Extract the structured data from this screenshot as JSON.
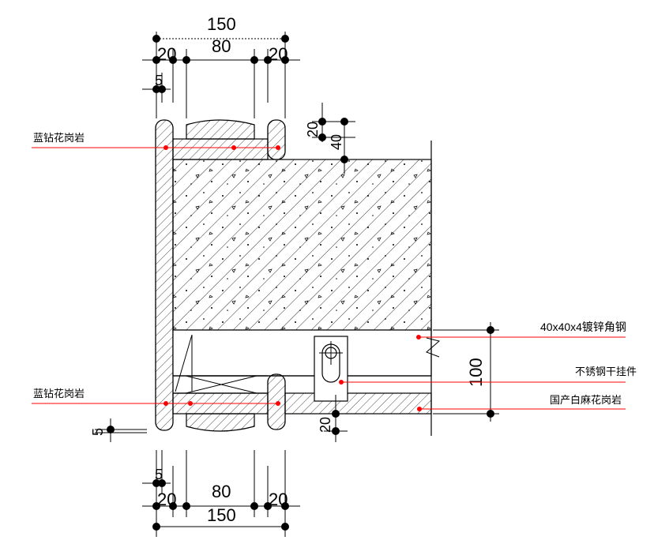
{
  "labels": {
    "left_top": "蓝钻花岗岩",
    "left_bottom": "蓝钻花岗岩",
    "angle_steel": "40x40x4镀锌角钢",
    "hanger": "不锈钢干挂件",
    "white_granite": "国产白麻花岗岩"
  },
  "dims_top": {
    "overall": "150",
    "inner": "80",
    "left_edge": "20",
    "right_edge": "20",
    "offset": "5"
  },
  "dims_bottom": {
    "overall": "150",
    "inner": "80",
    "left_edge": "20",
    "right_edge": "20",
    "offset": "5"
  },
  "dims_right": {
    "top_small": "20",
    "top_large": "40",
    "height": "100",
    "bottom_small": "20",
    "left_small": "5"
  },
  "colors": {
    "leader": "#ff0000",
    "line": "#000000",
    "background": "#ffffff"
  }
}
